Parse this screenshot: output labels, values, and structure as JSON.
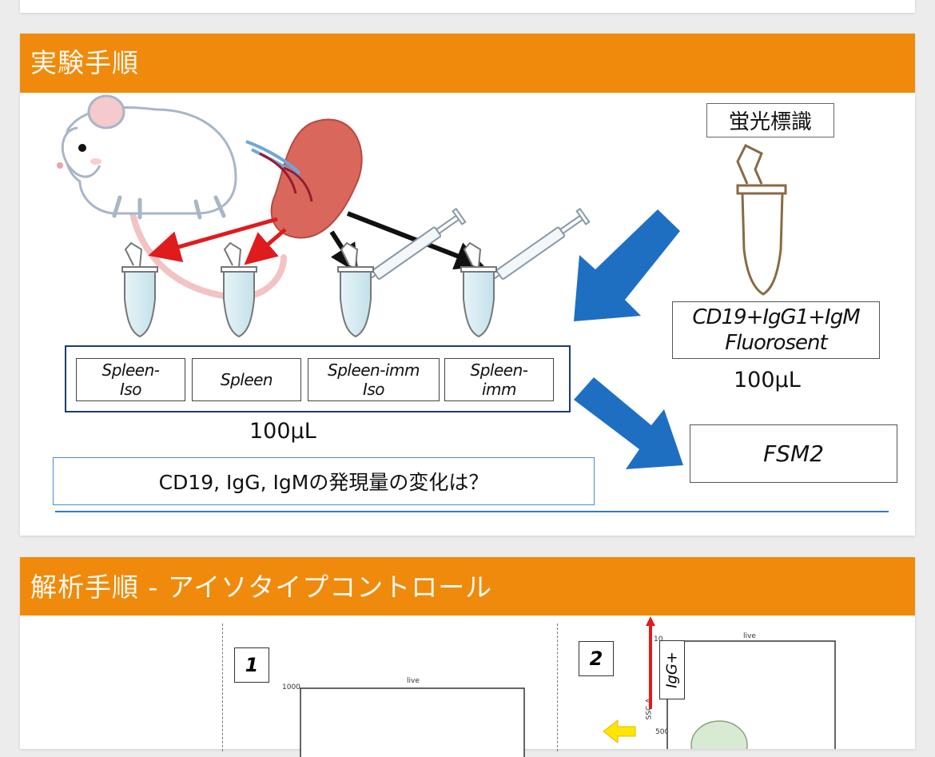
{
  "slide1": {
    "title": "実験手順",
    "label_box": "蛍光標識",
    "samples": [
      "Spleen-\nIso",
      "Spleen",
      "Spleen-imm\nIso",
      "Spleen-\nimm"
    ],
    "sample_volume": "100μL",
    "reagent": "CD19+IgG1+IgM\nFluorosent",
    "reagent_volume": "100μL",
    "instrument": "FSM2",
    "question": "CD19, IgG, IgMの発現量の変化は？"
  },
  "slide2": {
    "title": "解析手順 - アイソタイプコントロール",
    "panel1": {
      "number": "1",
      "plot_title": "live",
      "y_tick": "1000"
    },
    "panel2": {
      "number": "2",
      "plot_title": "live",
      "y_tick": "500",
      "y_tick_top": "10",
      "ylabel": "SSC-A",
      "gate_label": "IgG+"
    }
  },
  "colors": {
    "header": "#ef8a0c",
    "frame": "#1f3b6e",
    "blue_arrow": "#1e6fc2",
    "red_arrow": "#e01b1b",
    "black_arrow": "#111111"
  },
  "icons": [
    "mouse-illustration",
    "spleen-illustration",
    "syringe-icon",
    "microtube-icon"
  ]
}
